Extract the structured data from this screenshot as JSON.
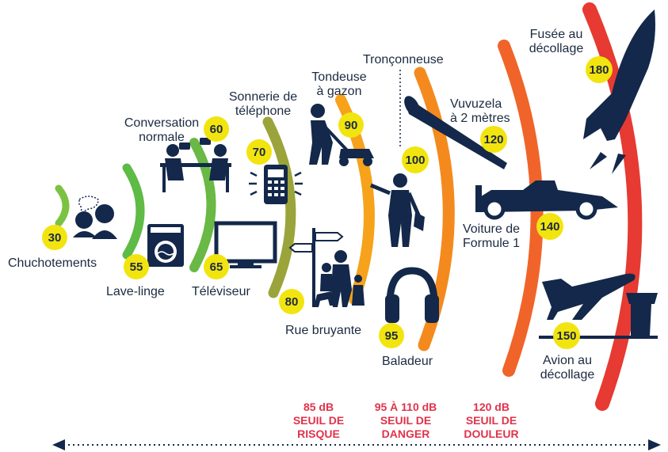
{
  "colors": {
    "navy": "#13284a",
    "badge": "#f2e40f",
    "threshold_text": "#e0334a",
    "arc_colors": [
      "#7cc242",
      "#5dbb46",
      "#6ab845",
      "#9aa43a",
      "#f7a21b",
      "#f48a1e",
      "#f0642a",
      "#e63a32"
    ]
  },
  "sources": [
    {
      "label": "Chuchotements",
      "db": "30",
      "icon": "whisper-icon"
    },
    {
      "label": "Lave-linge",
      "db": "55",
      "icon": "washing-machine-icon"
    },
    {
      "label": "Conversation normale",
      "db": "60",
      "icon": "conversation-icon"
    },
    {
      "label": "Téléviseur",
      "db": "65",
      "icon": "tv-icon"
    },
    {
      "label": "Sonnerie de téléphone",
      "db": "70",
      "icon": "phone-ring-icon"
    },
    {
      "label": "Rue bruyante",
      "db": "80",
      "icon": "street-icon"
    },
    {
      "label": "Tondeuse à gazon",
      "db": "90",
      "icon": "lawnmower-icon"
    },
    {
      "label": "Baladeur",
      "db": "95",
      "icon": "headphones-icon"
    },
    {
      "label": "Tronçonneuse",
      "db": "100",
      "icon": "chainsaw-icon"
    },
    {
      "label": "Vuvuzela à 2 mètres",
      "db": "120",
      "icon": "vuvuzela-icon"
    },
    {
      "label": "Voiture de Formule 1",
      "db": "140",
      "icon": "f1-car-icon"
    },
    {
      "label": "Avion au décollage",
      "db": "150",
      "icon": "airplane-icon"
    },
    {
      "label": "Fusée au décollage",
      "db": "180",
      "icon": "rocket-icon"
    }
  ],
  "thresholds": [
    {
      "db": "85 dB",
      "line1": "SEUIL DE",
      "line2": "RISQUE"
    },
    {
      "db": "95 À 110 dB",
      "line1": "SEUIL DE",
      "line2": "DANGER"
    },
    {
      "db": "120 dB",
      "line1": "SEUIL DE",
      "line2": "DOULEUR"
    }
  ]
}
